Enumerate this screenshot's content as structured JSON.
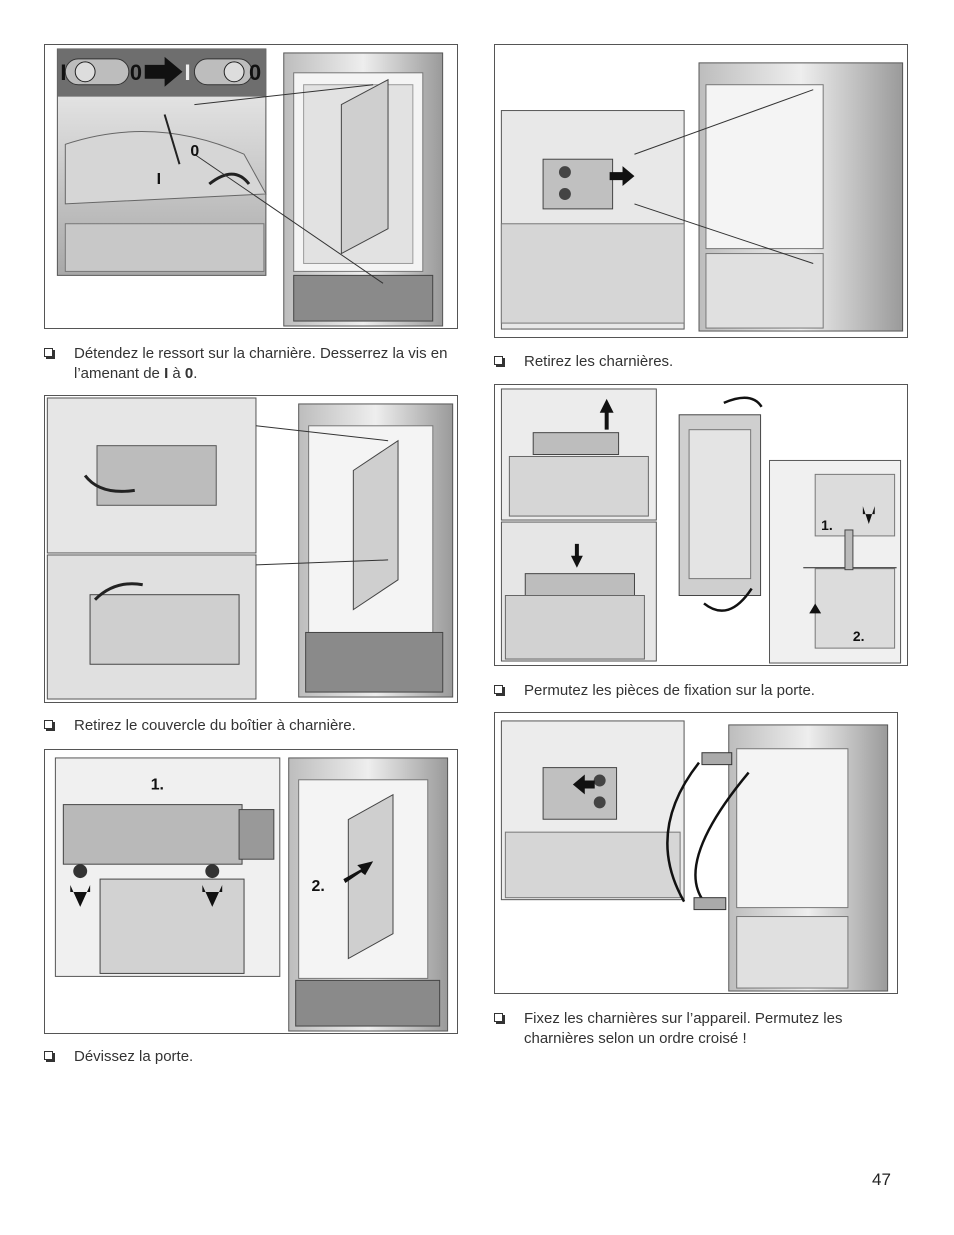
{
  "figures": {
    "fig1": {
      "labels": {
        "i_left": "I",
        "o_left": "0",
        "i_right": "I",
        "o_right": "0",
        "i_small": "I",
        "o_small": "0"
      }
    },
    "fig3": {
      "labels": {
        "step1": "1.",
        "step2": "2."
      }
    },
    "fig5": {
      "labels": {
        "step1": "1.",
        "step2": "2."
      }
    }
  },
  "steps": {
    "s1": {
      "text_before": "Détendez le ressort sur la charnière. Desserrez la vis en l’amenant de ",
      "bold1": "I",
      "mid": " à ",
      "bold2": "0",
      "text_after": "."
    },
    "s2": {
      "text": "Retirez le couvercle du boîtier à charnière."
    },
    "s3": {
      "text": "Dévissez la porte."
    },
    "s4": {
      "text": "Retirez les charnières."
    },
    "s5": {
      "text": "Permutez les pièces de fixation sur la porte."
    },
    "s6": {
      "text": "Fixez les charnières sur l’appareil. Permutez les charnières selon un ordre croisé !"
    }
  },
  "page_number": "47"
}
